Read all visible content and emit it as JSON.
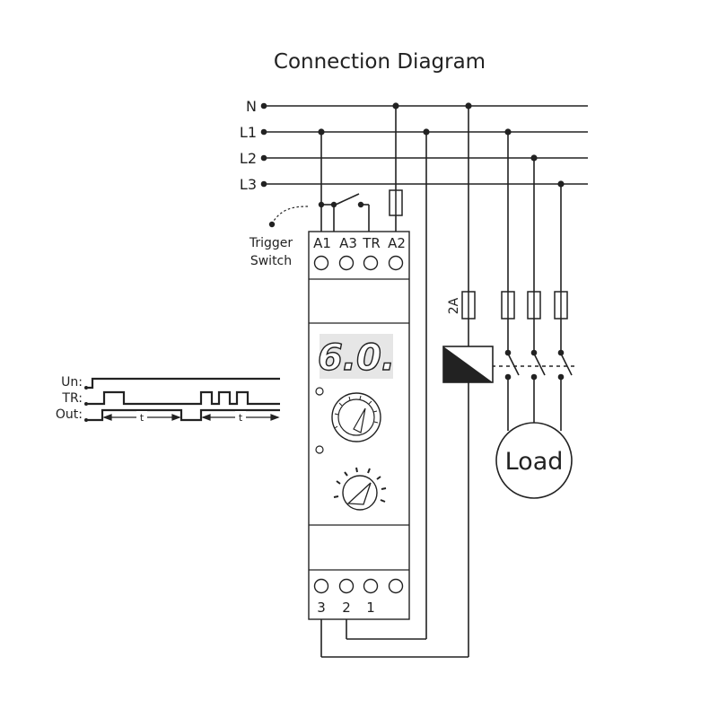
{
  "title": "Connection Diagram",
  "bus_lines": [
    "N",
    "L1",
    "L2",
    "L3"
  ],
  "top_terminals": [
    "A1",
    "A3",
    "TR",
    "A2"
  ],
  "bottom_terminals": [
    "3",
    "2",
    "1"
  ],
  "trigger_label_line1": "Trigger",
  "trigger_label_line2": "Switch",
  "fuse_rating": "2A",
  "display_value": "6.0.",
  "load_label": "Load",
  "timing": {
    "signals": [
      "Un:",
      "TR:",
      "Out:"
    ],
    "period_label": "t"
  },
  "icons": {
    "knob_upper": "time-range-dial-icon",
    "knob_lower": "time-adjust-knob-icon",
    "coil": "relay-coil-icon"
  }
}
